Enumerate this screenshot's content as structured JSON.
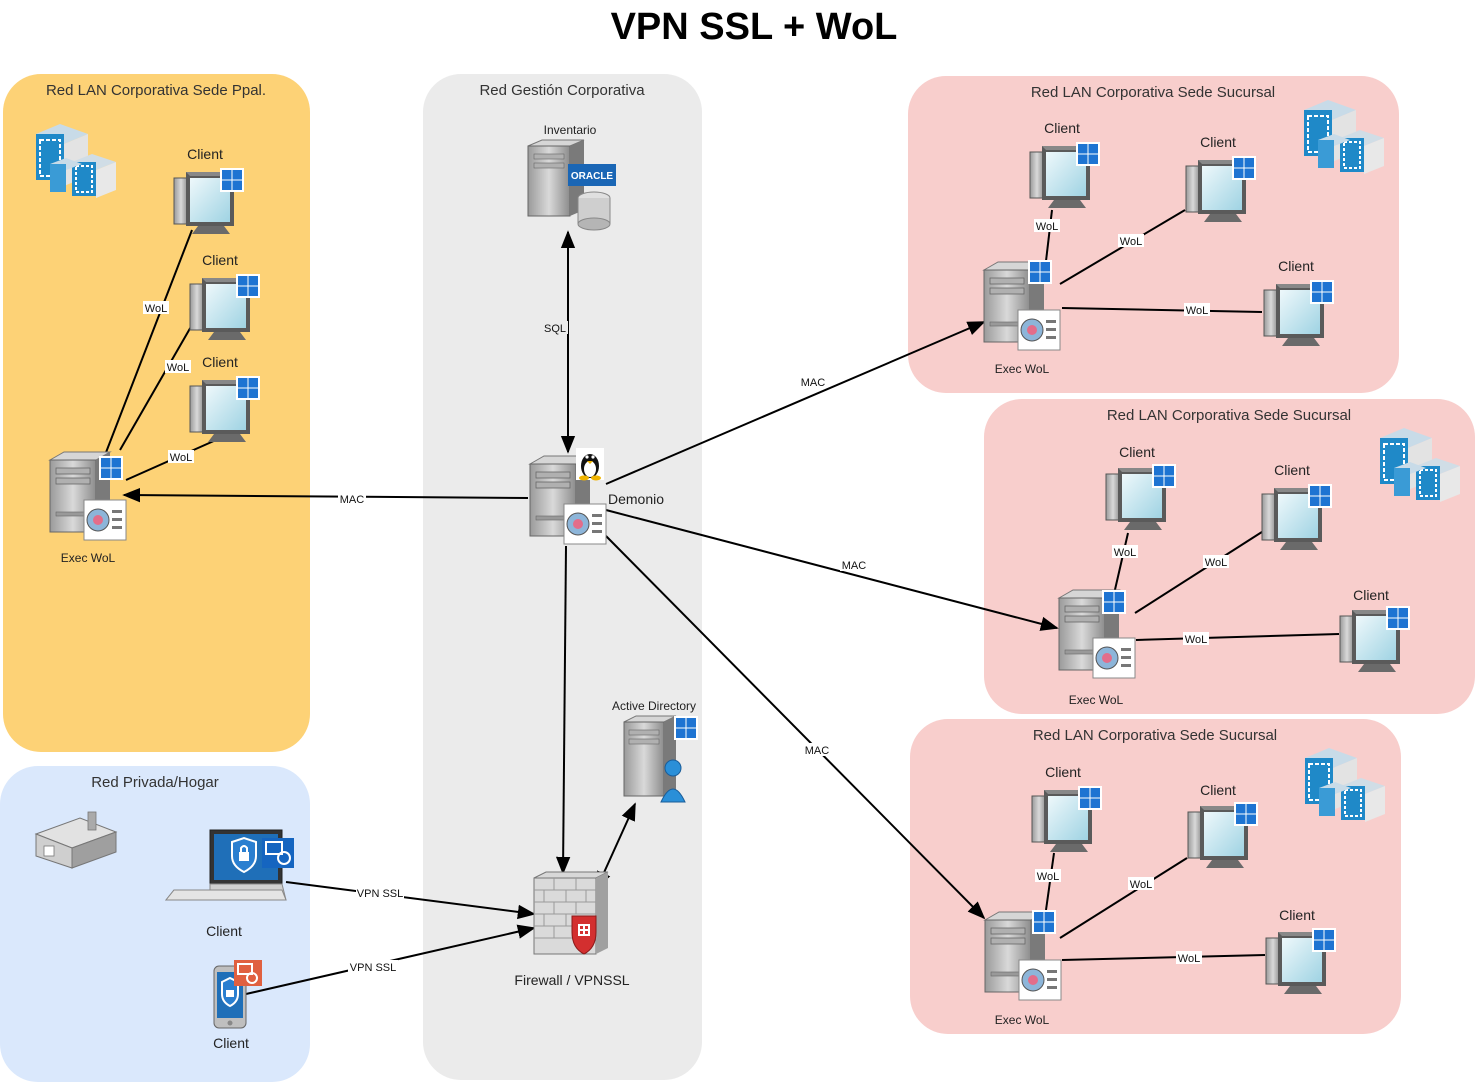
{
  "title": "VPN SSL + WoL",
  "colors": {
    "zone_main": "#fdd276",
    "zone_mgmt": "#ebebeb",
    "zone_branch": "#f8cecc",
    "zone_home": "#dae8fc",
    "windows_blue": "#1e74d2",
    "oracle_red": "#c74634"
  },
  "zones": {
    "main": "Red LAN Corporativa Sede Ppal.",
    "mgmt": "Red Gestión Corporativa",
    "branch1": "Red LAN Corporativa Sede Sucursal",
    "branch2": "Red LAN Corporativa Sede Sucursal",
    "branch3": "Red LAN Corporativa Sede Sucursal",
    "home": "Red Privada/Hogar"
  },
  "nodes": {
    "inventario": "Inventario",
    "oracle_badge": "ORACLE",
    "demonio": "Demonio",
    "active_directory": "Active Directory",
    "firewall": "Firewall / VPNSSL",
    "exec_main": "Exec WoL",
    "exec_b1": "Exec WoL",
    "exec_b2": "Exec WoL",
    "exec_b3": "Exec WoL",
    "client": "Client",
    "laptop": "Client",
    "phone": "Client"
  },
  "edge_labels": {
    "wol": "WoL",
    "mac": "MAC",
    "sql": "SQL",
    "vpn": "VPN SSL"
  },
  "icons": [
    "office-building-icon",
    "windows-client-icon",
    "windows-server-icon",
    "linux-tux-icon",
    "oracle-db-server-icon",
    "active-directory-icon",
    "firewall-icon",
    "laptop-vpn-icon",
    "mobile-vpn-icon",
    "house-icon"
  ]
}
